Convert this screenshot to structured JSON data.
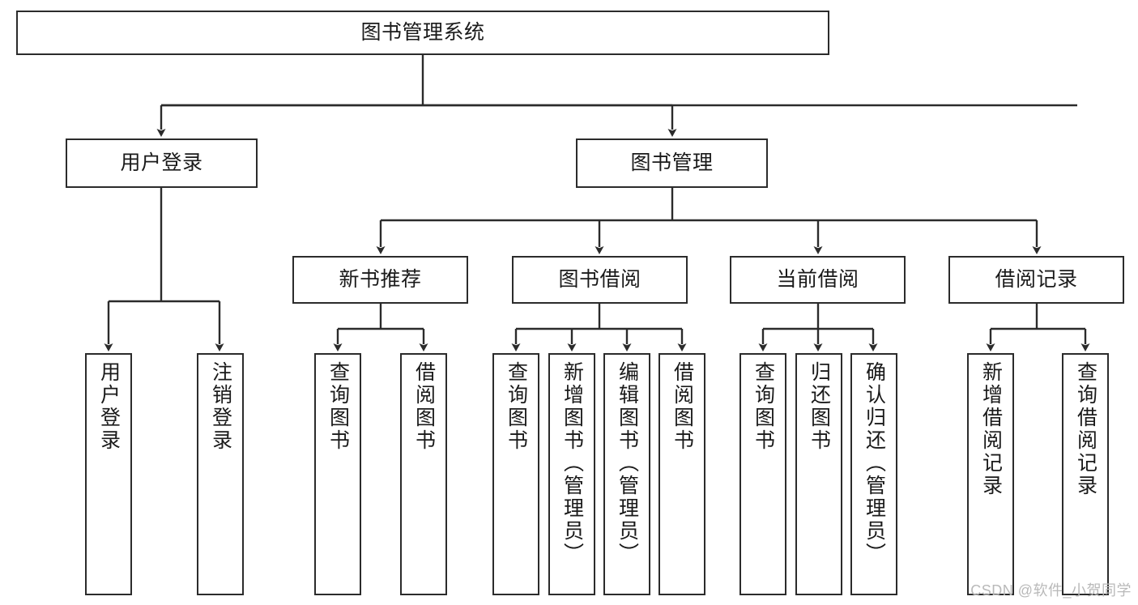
{
  "diagram": {
    "title": "图书管理系统",
    "type": "tree-hierarchy-chart",
    "watermark": "CSDN @软件_小贺同学",
    "colors": {
      "box_border": "#2b2b2b",
      "box_fill": "#ffffff",
      "connector": "#2b2b2b",
      "text": "#1a1a1a",
      "watermark": "#b9b9b9"
    },
    "levels": {
      "root": {
        "label": "图书管理系统"
      },
      "level2": [
        {
          "id": "user-login",
          "label": "用户登录"
        },
        {
          "id": "book-management",
          "label": "图书管理"
        }
      ],
      "level3": [
        {
          "id": "new-book-recommend",
          "label": "新书推荐"
        },
        {
          "id": "book-borrow",
          "label": "图书借阅"
        },
        {
          "id": "current-borrow",
          "label": "当前借阅"
        },
        {
          "id": "borrow-record",
          "label": "借阅记录"
        }
      ],
      "leaves": {
        "user_login": [
          {
            "id": "leaf-user-login",
            "label": "用户登录"
          },
          {
            "id": "leaf-logout-login",
            "label": "注销登录"
          }
        ],
        "new_book_recommend": [
          {
            "id": "leaf-query-book-1",
            "label": "查询图书"
          },
          {
            "id": "leaf-borrow-book-1",
            "label": "借阅图书"
          }
        ],
        "book_borrow": [
          {
            "id": "leaf-query-book-2",
            "label": "查询图书"
          },
          {
            "id": "leaf-add-book-admin",
            "label": "新增图书（管理员）"
          },
          {
            "id": "leaf-edit-book-admin",
            "label": "编辑图书（管理员）"
          },
          {
            "id": "leaf-borrow-book-2",
            "label": "借阅图书"
          }
        ],
        "current_borrow": [
          {
            "id": "leaf-query-book-3",
            "label": "查询图书"
          },
          {
            "id": "leaf-return-book",
            "label": "归还图书"
          },
          {
            "id": "leaf-confirm-return-admin",
            "label": "确认归还（管理员）"
          }
        ],
        "borrow_record": [
          {
            "id": "leaf-add-borrow-record",
            "label": "新增借阅记录"
          },
          {
            "id": "leaf-query-borrow-record",
            "label": "查询借阅记录"
          }
        ]
      }
    }
  }
}
